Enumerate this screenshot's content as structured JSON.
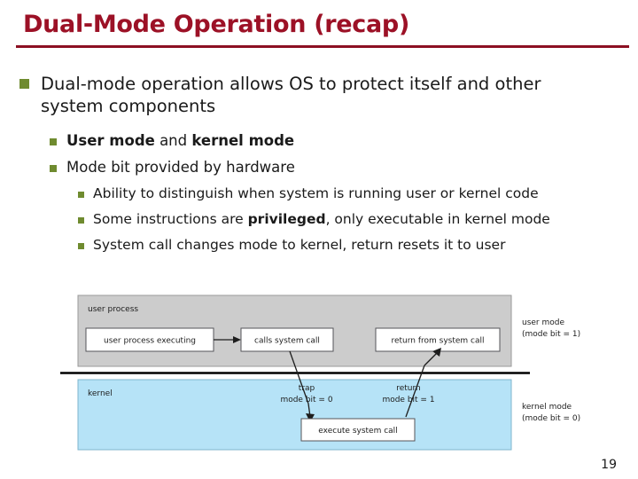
{
  "slide": {
    "title": "Dual-Mode Operation (recap)",
    "page_number": "19",
    "title_color": "#9c1126",
    "rule_color": "#8c1022",
    "bullet_color": "#6f8b2f"
  },
  "bullets": {
    "level1": {
      "text": "Dual-mode operation allows OS to protect itself and other system components"
    },
    "level2": [
      {
        "parts": [
          {
            "text": "User mode",
            "bold": true
          },
          {
            "text": " and ",
            "bold": false
          },
          {
            "text": "kernel mode",
            "bold": true
          }
        ],
        "plain": "User mode and kernel mode"
      },
      {
        "parts": [
          {
            "text": "Mode bit provided by hardware",
            "bold": false
          }
        ],
        "plain": "Mode bit provided by hardware"
      }
    ],
    "level3": [
      {
        "parts": [
          {
            "text": "Ability to distinguish when system is running user or kernel code",
            "bold": false
          }
        ],
        "plain": "Ability to distinguish when system is running user or kernel code"
      },
      {
        "parts": [
          {
            "text": "Some instructions are ",
            "bold": false
          },
          {
            "text": "privileged",
            "bold": true
          },
          {
            "text": ", only executable in kernel mode",
            "bold": false
          }
        ],
        "plain": "Some instructions are privileged, only executable in kernel mode"
      },
      {
        "parts": [
          {
            "text": "System call changes mode to kernel, return resets it to user",
            "bold": false
          }
        ],
        "plain": "System call changes mode to kernel, return resets it to user"
      }
    ]
  },
  "diagram": {
    "user_band_label": "user process",
    "kernel_band_label": "kernel",
    "user_band_color": "#cccccc",
    "kernel_band_color": "#b6e3f7",
    "boxes": {
      "user_process_executing": "user process executing",
      "calls_system_call": "calls system call",
      "return_from_system_call": "return from system call",
      "execute_system_call": "execute system call"
    },
    "transitions": {
      "trap_label": "trap",
      "trap_mode_bit": "mode bit = 0",
      "return_label": "return",
      "return_mode_bit": "mode bit = 1"
    },
    "side_labels": {
      "user_mode_title": "user mode",
      "user_mode_bit": "(mode bit = 1)",
      "kernel_mode_title": "kernel mode",
      "kernel_mode_bit": "(mode bit = 0)"
    }
  }
}
